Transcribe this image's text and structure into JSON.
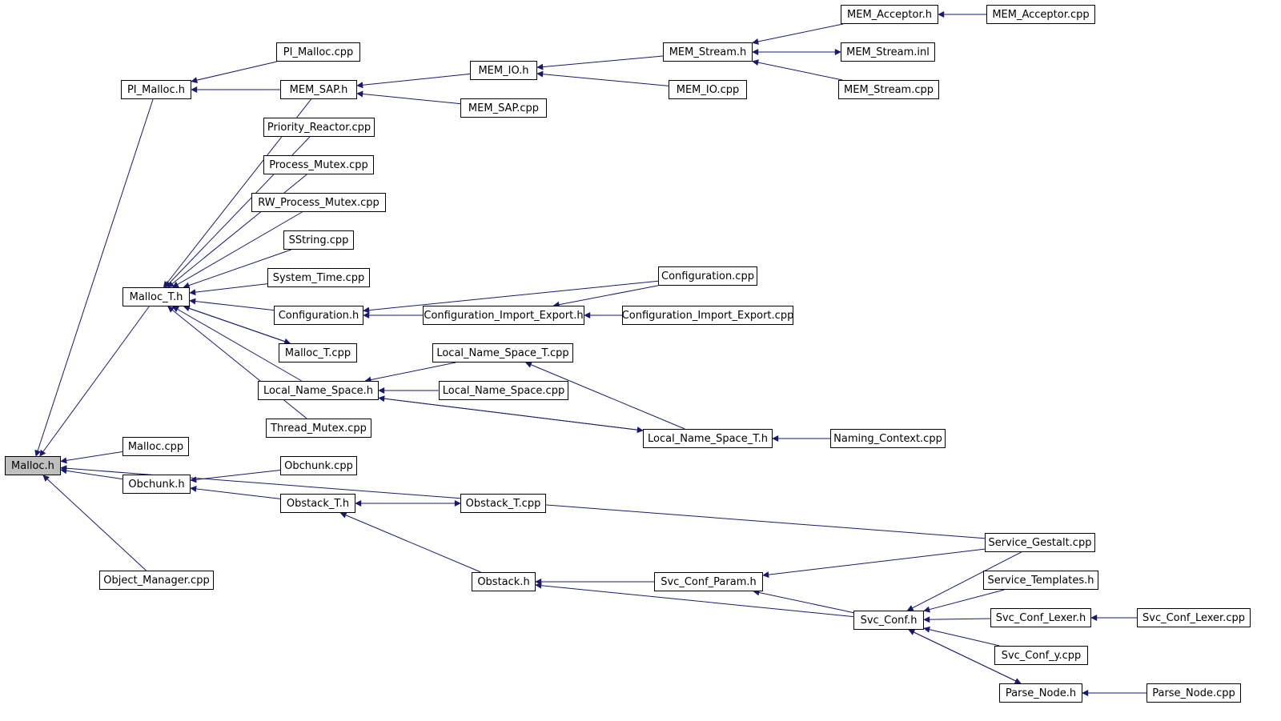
{
  "graph": {
    "root": "Malloc.h",
    "colors": {
      "edge": "#191970",
      "node_border": "#000000",
      "root_fill": "#bfbfbf",
      "node_fill": "#ffffff"
    },
    "nodes": {
      "malloc_h": "Malloc.h",
      "pi_malloc_h": "PI_Malloc.h",
      "pi_malloc_cpp": "PI_Malloc.cpp",
      "mem_sap_h": "MEM_SAP.h",
      "mem_io_h": "MEM_IO.h",
      "mem_sap_cpp": "MEM_SAP.cpp",
      "mem_stream_h": "MEM_Stream.h",
      "mem_io_cpp": "MEM_IO.cpp",
      "mem_acceptor_h": "MEM_Acceptor.h",
      "mem_acceptor_cpp": "MEM_Acceptor.cpp",
      "mem_stream_inl": "MEM_Stream.inl",
      "mem_stream_cpp": "MEM_Stream.cpp",
      "priority_reactor_cpp": "Priority_Reactor.cpp",
      "process_mutex_cpp": "Process_Mutex.cpp",
      "rw_process_mutex_cpp": "RW_Process_Mutex.cpp",
      "sstring_cpp": "SString.cpp",
      "system_time_cpp": "System_Time.cpp",
      "malloc_t_h": "Malloc_T.h",
      "configuration_h": "Configuration.h",
      "configuration_cpp": "Configuration.cpp",
      "configuration_import_export_h": "Configuration_Import_Export.h",
      "configuration_import_export_cpp": "Configuration_Import_Export.cpp",
      "malloc_t_cpp": "Malloc_T.cpp",
      "local_name_space_t_cpp": "Local_Name_Space_T.cpp",
      "local_name_space_h": "Local_Name_Space.h",
      "local_name_space_cpp": "Local_Name_Space.cpp",
      "thread_mutex_cpp": "Thread_Mutex.cpp",
      "local_name_space_t_h": "Local_Name_Space_T.h",
      "naming_context_cpp": "Naming_Context.cpp",
      "malloc_cpp": "Malloc.cpp",
      "obchunk_cpp": "Obchunk.cpp",
      "obchunk_h": "Obchunk.h",
      "obstack_t_h": "Obstack_T.h",
      "obstack_t_cpp": "Obstack_T.cpp",
      "service_gestalt_cpp": "Service_Gestalt.cpp",
      "object_manager_cpp": "Object_Manager.cpp",
      "obstack_h": "Obstack.h",
      "svc_conf_param_h": "Svc_Conf_Param.h",
      "service_templates_h": "Service_Templates.h",
      "svc_conf_h": "Svc_Conf.h",
      "svc_conf_lexer_h": "Svc_Conf_Lexer.h",
      "svc_conf_lexer_cpp": "Svc_Conf_Lexer.cpp",
      "svc_conf_y_cpp": "Svc_Conf_y.cpp",
      "parse_node_h": "Parse_Node.h",
      "parse_node_cpp": "Parse_Node.cpp"
    },
    "edges": [
      [
        "pi_malloc_h",
        "malloc_h"
      ],
      [
        "malloc_t_h",
        "malloc_h"
      ],
      [
        "malloc_cpp",
        "malloc_h"
      ],
      [
        "obchunk_h",
        "malloc_h"
      ],
      [
        "service_gestalt_cpp",
        "malloc_h"
      ],
      [
        "object_manager_cpp",
        "malloc_h"
      ],
      [
        "pi_malloc_cpp",
        "pi_malloc_h"
      ],
      [
        "mem_sap_h",
        "pi_malloc_h"
      ],
      [
        "mem_io_h",
        "mem_sap_h"
      ],
      [
        "mem_sap_cpp",
        "mem_sap_h"
      ],
      [
        "mem_stream_h",
        "mem_io_h"
      ],
      [
        "mem_io_cpp",
        "mem_io_h"
      ],
      [
        "mem_acceptor_h",
        "mem_stream_h"
      ],
      [
        "mem_stream_inl",
        "mem_stream_h"
      ],
      [
        "mem_stream_h",
        "mem_stream_inl"
      ],
      [
        "mem_stream_cpp",
        "mem_stream_h"
      ],
      [
        "mem_acceptor_cpp",
        "mem_acceptor_h"
      ],
      [
        "mem_sap_h",
        "malloc_t_h"
      ],
      [
        "priority_reactor_cpp",
        "malloc_t_h"
      ],
      [
        "process_mutex_cpp",
        "malloc_t_h"
      ],
      [
        "rw_process_mutex_cpp",
        "malloc_t_h"
      ],
      [
        "sstring_cpp",
        "malloc_t_h"
      ],
      [
        "system_time_cpp",
        "malloc_t_h"
      ],
      [
        "configuration_h",
        "malloc_t_h"
      ],
      [
        "malloc_t_cpp",
        "malloc_t_h"
      ],
      [
        "malloc_t_h",
        "malloc_t_cpp"
      ],
      [
        "local_name_space_h",
        "malloc_t_h"
      ],
      [
        "thread_mutex_cpp",
        "malloc_t_h"
      ],
      [
        "configuration_cpp",
        "configuration_h"
      ],
      [
        "configuration_import_export_h",
        "configuration_h"
      ],
      [
        "configuration_cpp",
        "configuration_import_export_h"
      ],
      [
        "configuration_import_export_cpp",
        "configuration_import_export_h"
      ],
      [
        "local_name_space_t_cpp",
        "local_name_space_h"
      ],
      [
        "local_name_space_cpp",
        "local_name_space_h"
      ],
      [
        "local_name_space_t_h",
        "local_name_space_h"
      ],
      [
        "local_name_space_h",
        "local_name_space_t_h"
      ],
      [
        "local_name_space_t_h",
        "local_name_space_t_cpp"
      ],
      [
        "naming_context_cpp",
        "local_name_space_t_h"
      ],
      [
        "obchunk_cpp",
        "obchunk_h"
      ],
      [
        "obstack_t_h",
        "obchunk_h"
      ],
      [
        "obstack_t_cpp",
        "obstack_t_h"
      ],
      [
        "obstack_t_h",
        "obstack_t_cpp"
      ],
      [
        "obstack_h",
        "obstack_t_h"
      ],
      [
        "svc_conf_param_h",
        "obstack_h"
      ],
      [
        "svc_conf_h",
        "obstack_h"
      ],
      [
        "service_gestalt_cpp",
        "svc_conf_param_h"
      ],
      [
        "svc_conf_h",
        "svc_conf_param_h"
      ],
      [
        "service_gestalt_cpp",
        "svc_conf_h"
      ],
      [
        "service_templates_h",
        "svc_conf_h"
      ],
      [
        "svc_conf_lexer_h",
        "svc_conf_h"
      ],
      [
        "svc_conf_y_cpp",
        "svc_conf_h"
      ],
      [
        "parse_node_h",
        "svc_conf_h"
      ],
      [
        "svc_conf_h",
        "parse_node_h"
      ],
      [
        "svc_conf_lexer_cpp",
        "svc_conf_lexer_h"
      ],
      [
        "parse_node_cpp",
        "parse_node_h"
      ]
    ]
  }
}
